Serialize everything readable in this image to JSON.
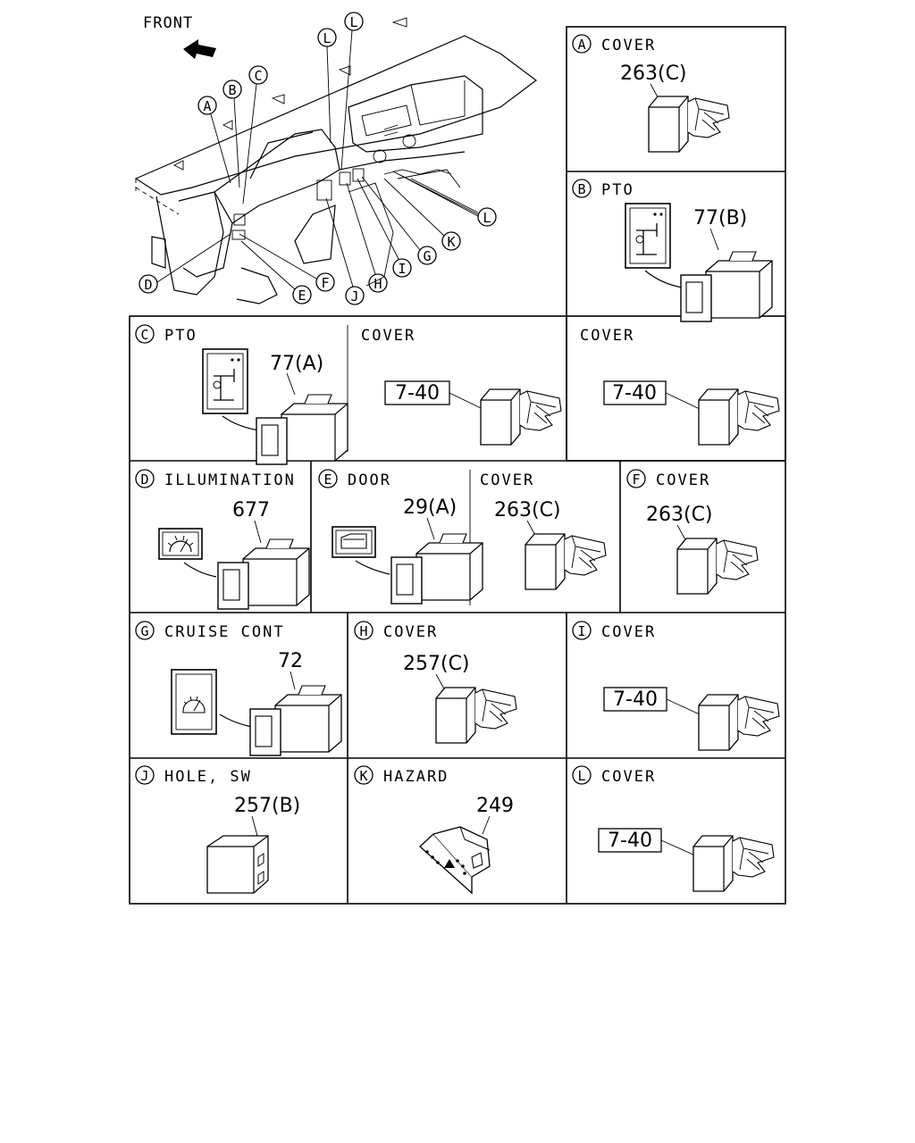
{
  "overview": {
    "front_label": "FRONT",
    "callouts": [
      "A",
      "B",
      "C",
      "D",
      "E",
      "F",
      "G",
      "H",
      "I",
      "J",
      "K",
      "L",
      "L",
      "L"
    ]
  },
  "cells": [
    {
      "letter": "A",
      "title": "COVER",
      "part": "263(C)"
    },
    {
      "letter": "B",
      "title": "PTO",
      "part": "77(B)",
      "sub_title": "COVER",
      "sub_part": "7-40"
    },
    {
      "letter": "C",
      "title": "PTO",
      "part": "77(A)",
      "sub_title": "COVER",
      "sub_part": "7-40"
    },
    {
      "letter": "D",
      "title": "ILLUMINATION",
      "part": "677"
    },
    {
      "letter": "E",
      "title": "DOOR",
      "part": "29(A)",
      "sub_title": "COVER",
      "sub_part": "263(C)"
    },
    {
      "letter": "F",
      "title": "COVER",
      "part": "263(C)"
    },
    {
      "letter": "G",
      "title": "CRUISE CONT",
      "part": "72"
    },
    {
      "letter": "H",
      "title": "COVER",
      "part": "257(C)"
    },
    {
      "letter": "I",
      "title": "COVER",
      "part": "7-40"
    },
    {
      "letter": "J",
      "title": "HOLE, SW",
      "part": "257(B)"
    },
    {
      "letter": "K",
      "title": "HAZARD",
      "part": "249"
    },
    {
      "letter": "L",
      "title": "COVER",
      "part": "7-40"
    }
  ]
}
